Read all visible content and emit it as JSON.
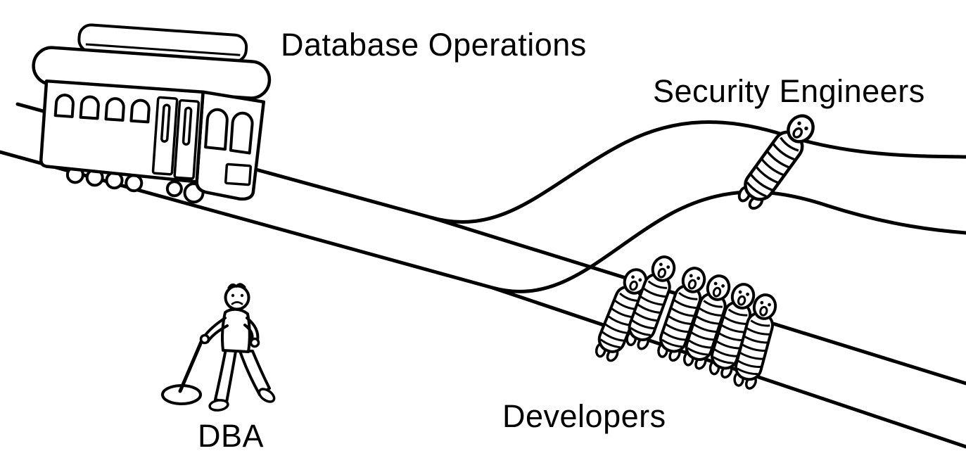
{
  "meme": {
    "trolley_label": "Database Operations",
    "upper_track_label": "Security Engineers",
    "lower_track_label": "Developers",
    "switch_operator_label": "DBA"
  },
  "scene": {
    "developers_victim_count": 6,
    "security_engineers_victim_count": 1
  },
  "style": {
    "background": "#ffffff",
    "ink": "#000000",
    "text_color": "#000000"
  }
}
